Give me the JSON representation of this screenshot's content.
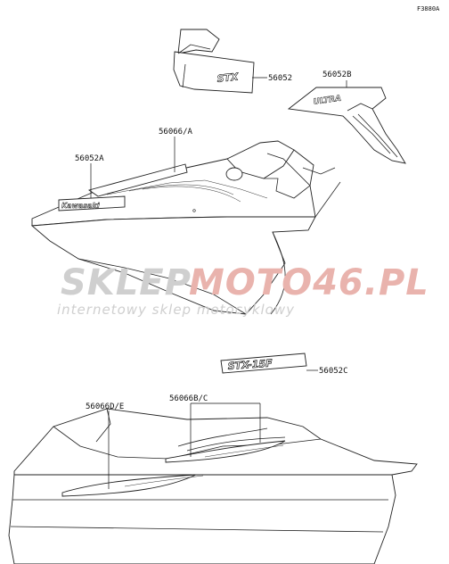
{
  "diagram": {
    "reference_code": "F3880A",
    "watermark": {
      "brand_left": "SKLEP",
      "brand_right": "MOTO46.PL",
      "tagline": "internetowy sklep motocyklowy"
    },
    "decal_texts": {
      "kawasaki": "Kawasaki",
      "stx": "STX",
      "ultra": "ULTRA",
      "stx_15f": "STX-15F"
    },
    "callouts": [
      {
        "id": "56052",
        "text": "56052"
      },
      {
        "id": "56052B",
        "text": "56052B"
      },
      {
        "id": "56066A",
        "text": "56066/A"
      },
      {
        "id": "56052A",
        "text": "56052A"
      },
      {
        "id": "56052C",
        "text": "56052C"
      },
      {
        "id": "56066DE",
        "text": "56066D/E"
      },
      {
        "id": "56066BC",
        "text": "56066B/C"
      }
    ]
  }
}
